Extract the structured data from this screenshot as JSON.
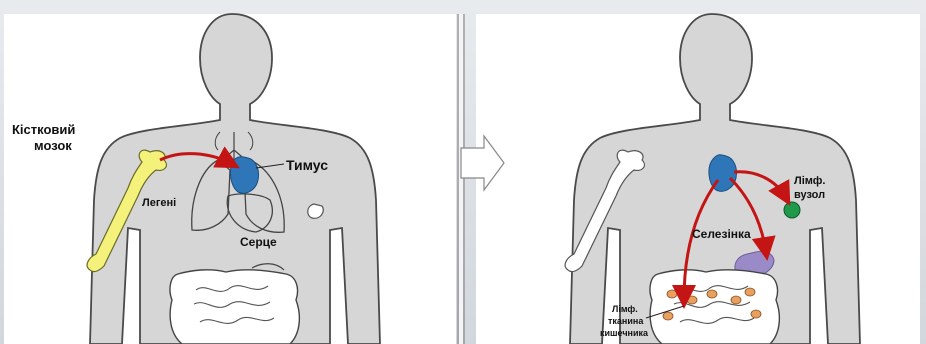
{
  "left_panel": {
    "bone_marrow_label_line1": "Кістковий",
    "bone_marrow_label_line2": "мозок",
    "lungs_label": "Легені",
    "thymus_label": "Тимус",
    "heart_label": "Серце"
  },
  "right_panel": {
    "lymph_node_label_line1": "Лімф.",
    "lymph_node_label_line2": "вузол",
    "spleen_label": "Селезінка",
    "gut_tissue_label_line1": "Лімф.",
    "gut_tissue_label_line2": "тканина",
    "gut_tissue_label_line3": "кишечника"
  },
  "colors": {
    "background": "#d9dee4",
    "body_fill": "#d6d6d6",
    "body_outline": "#4a4a4a",
    "bone_marrow": "#f4f27a",
    "thymus": "#2e76b8",
    "lymph_node": "#1f9a4a",
    "spleen": "#9b8ac8",
    "gut_patches": "#e8a060",
    "arrow": "#c41414"
  },
  "icons": {
    "transition_arrow": "chevron-right-arrow-icon"
  }
}
